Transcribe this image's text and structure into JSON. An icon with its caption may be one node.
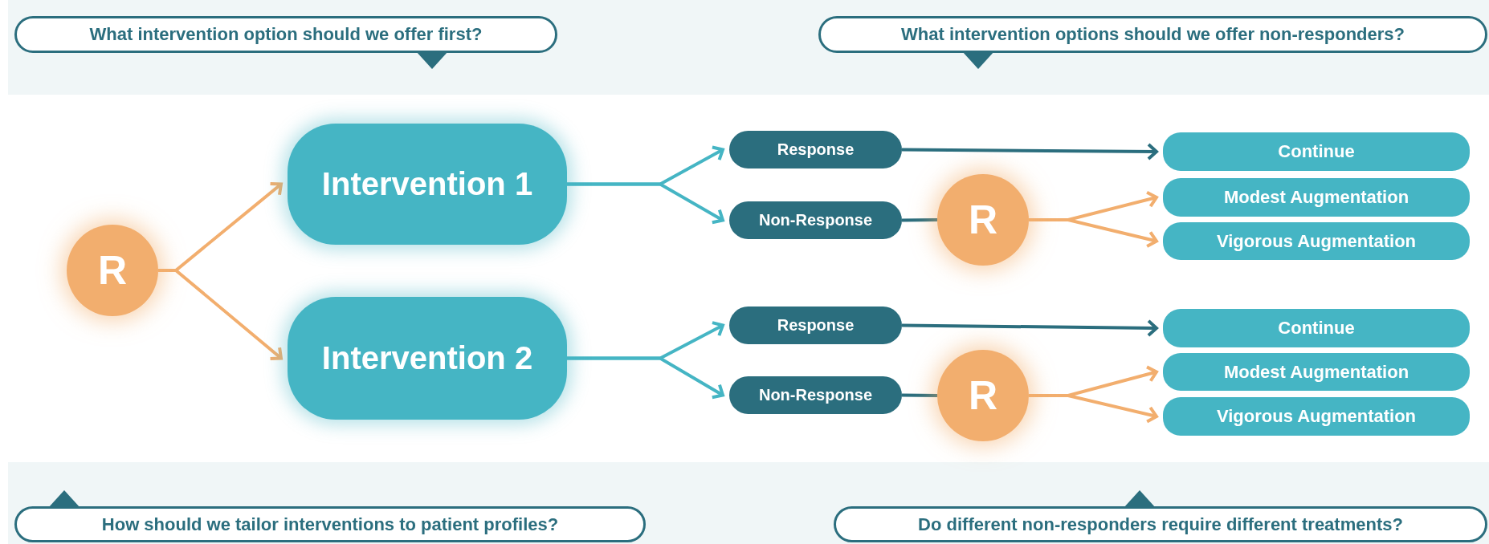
{
  "diagram": {
    "nodes": [
      {
        "text": [
          "What intervention option should we offer first?"
        ]
      },
      {
        "text": [
          "What intervention options should we offer non-responders?"
        ]
      },
      {
        "text": [
          "R"
        ]
      },
      {
        "text": [
          "Intervention 1"
        ]
      },
      {
        "text": [
          "Intervention 2"
        ]
      },
      {
        "text": [
          "Response"
        ]
      },
      {
        "text": [
          "Non-Response"
        ]
      },
      {
        "text": [
          "R"
        ]
      },
      {
        "text": [
          "Continue"
        ]
      },
      {
        "text": [
          "Modest Augmentation"
        ]
      },
      {
        "text": [
          "Vigorous Augmentation"
        ]
      },
      {
        "text": [
          "Response"
        ]
      },
      {
        "text": [
          "Non-Response"
        ]
      },
      {
        "text": [
          "R"
        ]
      },
      {
        "text": [
          "Continue"
        ]
      },
      {
        "text": [
          "Modest Augmentation"
        ]
      },
      {
        "text": [
          "Vigorous Augmentation"
        ]
      },
      {
        "text": [
          "How should we tailor interventions to patient profiles?"
        ]
      },
      {
        "text": [
          "Do different non-responders require different treatments?"
        ]
      }
    ],
    "edges": [
      {
        "from": 2,
        "to": 3,
        "arrow": "to"
      },
      {
        "from": 2,
        "to": 4,
        "arrow": "to"
      },
      {
        "from": 3,
        "to": 5,
        "arrow": "to",
        "color": "#45b5c4"
      },
      {
        "from": 3,
        "to": 6,
        "arrow": "to",
        "color": "#45b5c4"
      },
      {
        "from": 5,
        "to": 8,
        "arrow": "to",
        "color": "#2b6e7e"
      },
      {
        "from": 6,
        "to": 7,
        "arrow": "none",
        "color": "#2b6e7e"
      },
      {
        "from": 7,
        "to": 9,
        "arrow": "to"
      },
      {
        "from": 7,
        "to": 10,
        "arrow": "to"
      },
      {
        "from": 4,
        "to": 11,
        "arrow": "to",
        "color": "#45b5c4"
      },
      {
        "from": 4,
        "to": 12,
        "arrow": "to",
        "color": "#45b5c4"
      },
      {
        "from": 11,
        "to": 14,
        "arrow": "to",
        "color": "#2b6e7e"
      },
      {
        "from": 12,
        "to": 13,
        "arrow": "none",
        "color": "#2b6e7e"
      },
      {
        "from": 13,
        "to": 15,
        "arrow": "to"
      },
      {
        "from": 13,
        "to": 16,
        "arrow": "to"
      }
    ]
  }
}
